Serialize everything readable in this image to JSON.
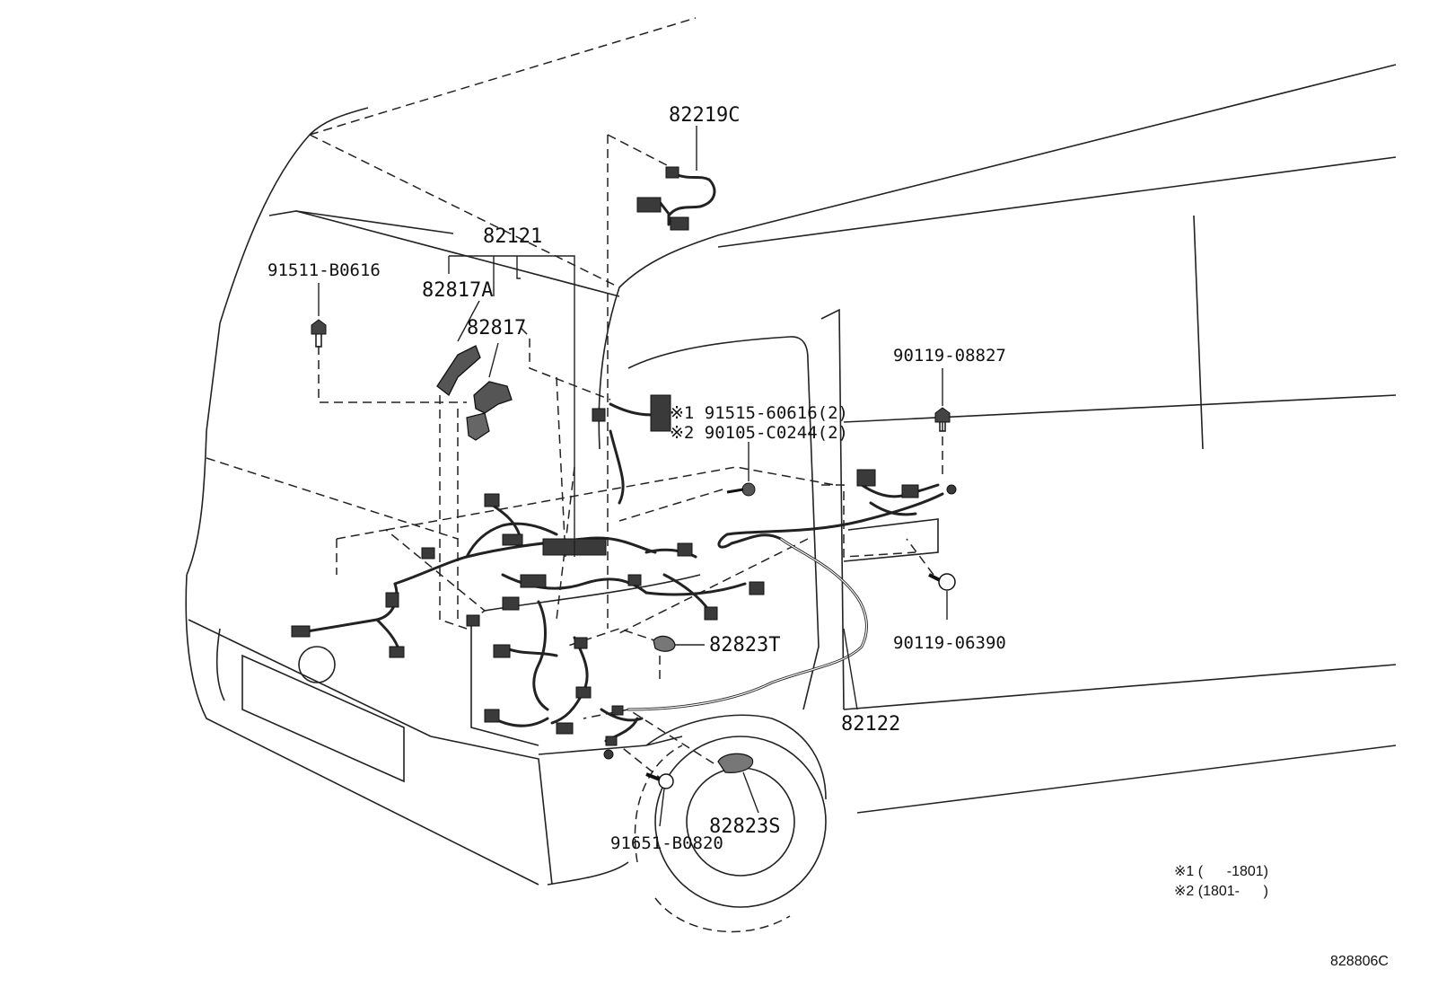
{
  "diagram": {
    "part_labels": {
      "p82219C": "82219C",
      "p82121": "82121",
      "p91511": "91511-B0616",
      "p82817A": "82817A",
      "p82817": "82817",
      "p91515": "※1 91515-60616(2)",
      "p90105": "※2 90105-C0244(2)",
      "p90119_08827": "90119-08827",
      "p90119_06390": "90119-06390",
      "p82823T": "82823T",
      "p82122": "82122",
      "p82823S": "82823S",
      "p91651": "91651-B0820"
    },
    "notes": {
      "note1": "※1 (      -1801)",
      "note2": "※2 (1801-      )"
    },
    "figure_id": "828806C"
  }
}
